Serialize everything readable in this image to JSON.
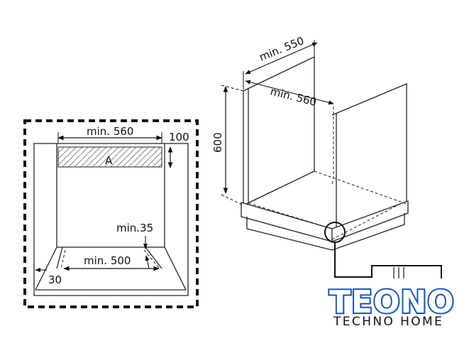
{
  "front_view": {
    "width_label": "min. 560",
    "height_label": "100",
    "zone_label": "A",
    "depth_label": "min.35",
    "bottom_width_label": "min. 500",
    "side_label": "30"
  },
  "cabinet_view": {
    "depth_label": "min. 550",
    "width_label": "min. 560",
    "height_label": "600"
  },
  "logo": {
    "brand": "TEONO",
    "tagline": "TECHNO HOME",
    "colors": {
      "fill": "#ffffff",
      "outline": "#1f56a8",
      "accent": "#6fb4f0"
    }
  }
}
